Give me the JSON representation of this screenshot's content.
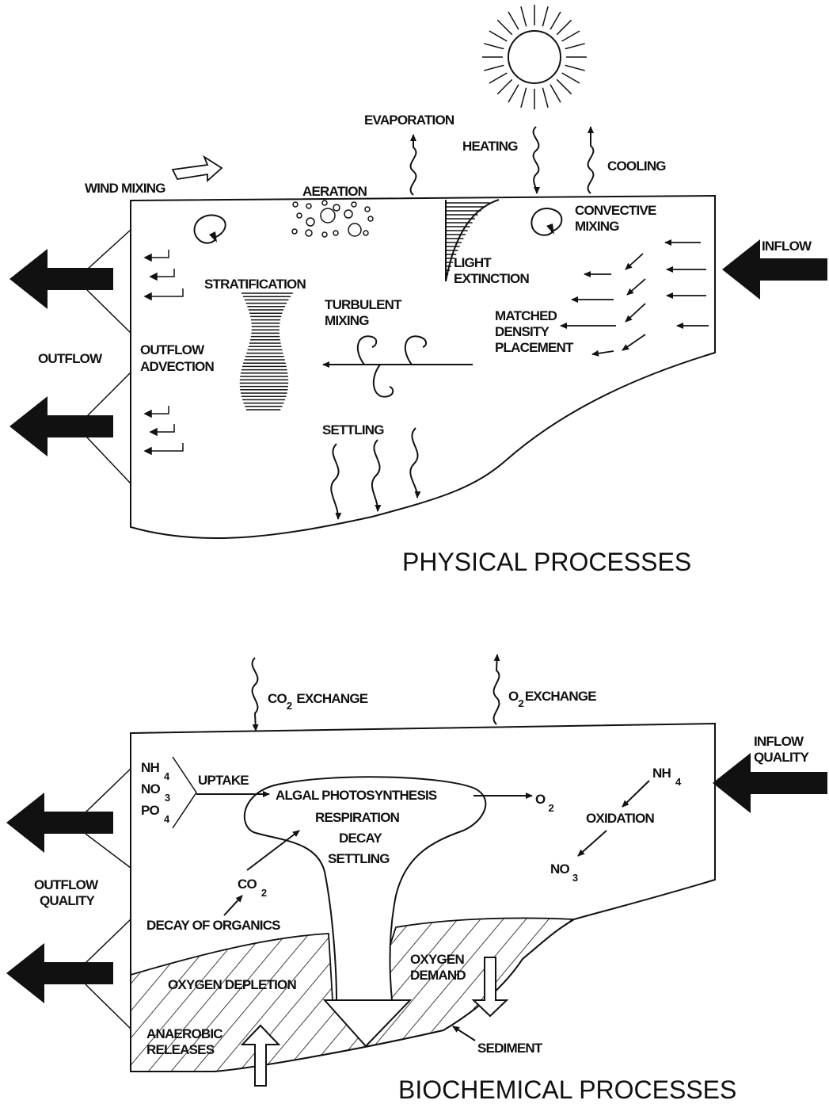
{
  "physical": {
    "title": "PHYSICAL PROCESSES",
    "labels": {
      "evaporation": "EVAPORATION",
      "heating": "HEATING",
      "cooling": "COOLING",
      "wind_mixing": "WIND MIXING",
      "aeration": "AERATION",
      "convective_1": "CONVECTIVE",
      "convective_2": "MIXING",
      "inflow": "INFLOW",
      "light_1": "LIGHT",
      "light_2": "EXTINCTION",
      "stratification": "STRATIFICATION",
      "turbulent_1": "TURBULENT",
      "turbulent_2": "MIXING",
      "matched_1": "MATCHED",
      "matched_2": "DENSITY",
      "matched_3": "PLACEMENT",
      "outflow": "OUTFLOW",
      "advection_1": "OUTFLOW",
      "advection_2": "ADVECTION",
      "settling": "SETTLING"
    }
  },
  "biochemical": {
    "title": "BIOCHEMICAL PROCESSES",
    "labels": {
      "co2_exchange_pre": "CO",
      "co2_exchange_sub": "2",
      "co2_exchange_post": "EXCHANGE",
      "o2_exchange_pre": "O",
      "o2_exchange_sub": "2",
      "o2_exchange_post": "EXCHANGE",
      "inflow_1": "INFLOW",
      "inflow_2": "QUALITY",
      "nh": "NH",
      "nh_sub": "4",
      "no": "NO",
      "no_sub": "3",
      "po": "PO",
      "po_sub": "4",
      "uptake": "UPTAKE",
      "algal": "ALGAL PHOTOSYNTHESIS",
      "respiration": "RESPIRATION",
      "decay": "DECAY",
      "settling": "SETTLING",
      "o2": "O",
      "o2_sub": "2",
      "nh4_right": "NH",
      "nh4_right_sub": "4",
      "oxidation": "OXIDATION",
      "no3_right": "NO",
      "no3_right_sub": "3",
      "outflow_1": "OUTFLOW",
      "outflow_2": "QUALITY",
      "co2": "CO",
      "co2_sub": "2",
      "decay_organics": "DECAY OF ORGANICS",
      "oxygen_demand_1": "OXYGEN",
      "oxygen_demand_2": "DEMAND",
      "oxygen_depletion": "OXYGEN DEPLETION",
      "anaerobic_1": "ANAEROBIC",
      "anaerobic_2": "RELEASES",
      "sediment": "SEDIMENT"
    }
  }
}
